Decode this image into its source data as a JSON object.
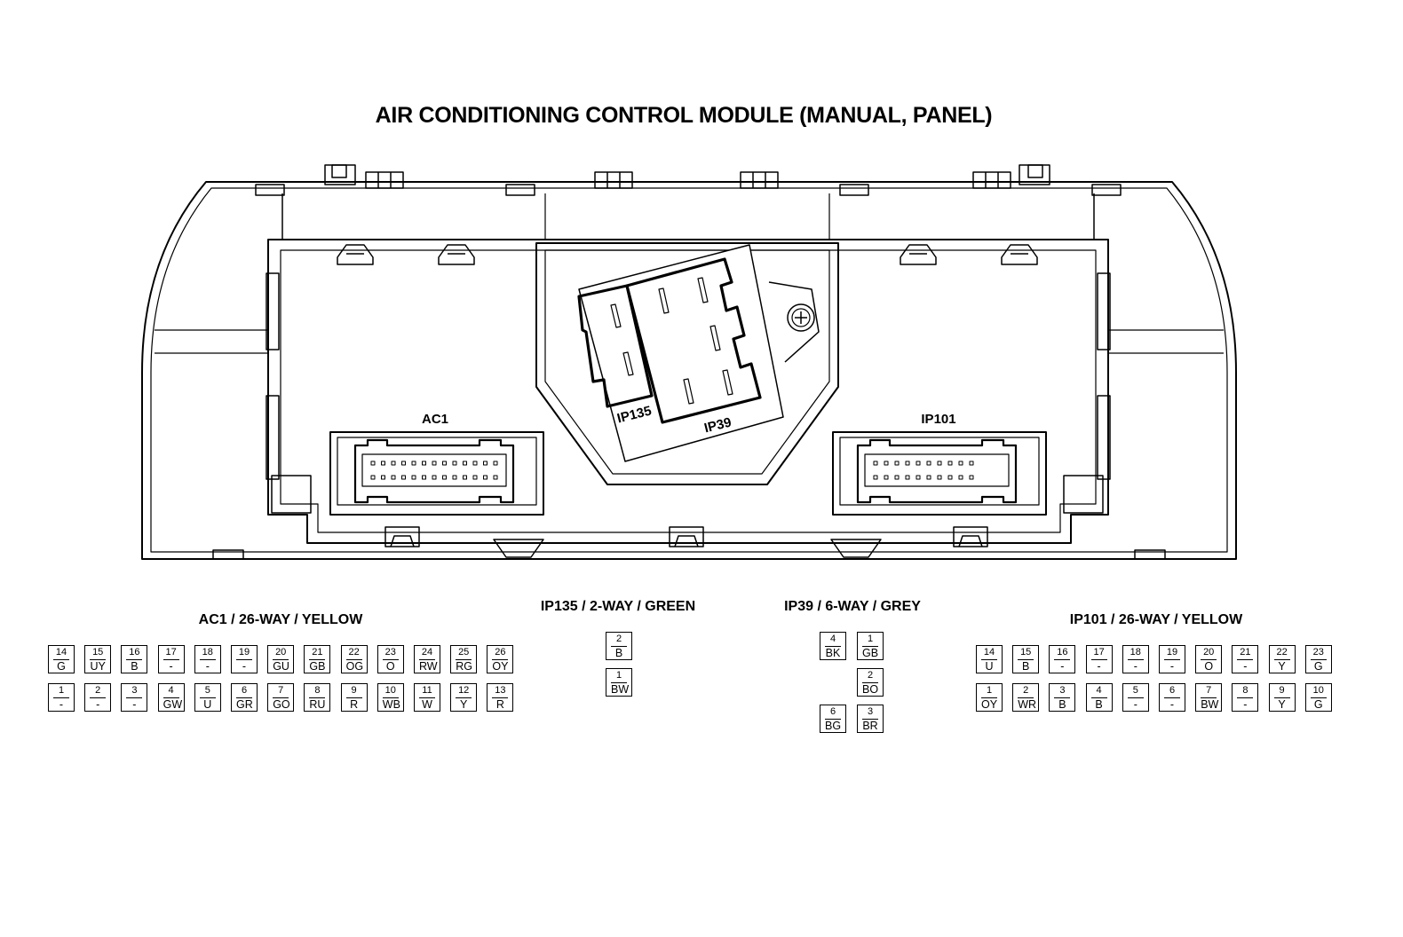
{
  "title": "AIR CONDITIONING CONTROL MODULE (MANUAL, PANEL)",
  "diagram_labels": {
    "ac1": "AC1",
    "ip101": "IP101",
    "ip135": "IP135",
    "ip39": "IP39"
  },
  "connectors": {
    "ac1": {
      "title": "AC1 / 26-WAY / YELLOW",
      "top_row": [
        {
          "num": "14",
          "color": "G"
        },
        {
          "num": "15",
          "color": "UY"
        },
        {
          "num": "16",
          "color": "B"
        },
        {
          "num": "17",
          "color": "-"
        },
        {
          "num": "18",
          "color": "-"
        },
        {
          "num": "19",
          "color": "-"
        },
        {
          "num": "20",
          "color": "GU"
        },
        {
          "num": "21",
          "color": "GB"
        },
        {
          "num": "22",
          "color": "OG"
        },
        {
          "num": "23",
          "color": "O"
        },
        {
          "num": "24",
          "color": "RW"
        },
        {
          "num": "25",
          "color": "RG"
        },
        {
          "num": "26",
          "color": "OY"
        }
      ],
      "bottom_row": [
        {
          "num": "1",
          "color": "-"
        },
        {
          "num": "2",
          "color": "-"
        },
        {
          "num": "3",
          "color": "-"
        },
        {
          "num": "4",
          "color": "GW"
        },
        {
          "num": "5",
          "color": "U"
        },
        {
          "num": "6",
          "color": "GR"
        },
        {
          "num": "7",
          "color": "GO"
        },
        {
          "num": "8",
          "color": "RU"
        },
        {
          "num": "9",
          "color": "R"
        },
        {
          "num": "10",
          "color": "WB"
        },
        {
          "num": "11",
          "color": "W"
        },
        {
          "num": "12",
          "color": "Y"
        },
        {
          "num": "13",
          "color": "R"
        }
      ]
    },
    "ip135": {
      "title": "IP135 / 2-WAY / GREEN",
      "pins": [
        {
          "num": "2",
          "color": "B"
        },
        {
          "num": "1",
          "color": "BW"
        }
      ]
    },
    "ip39": {
      "title": "IP39 / 6-WAY / GREY",
      "pins": [
        {
          "num": "4",
          "color": "BK"
        },
        {
          "num": "1",
          "color": "GB"
        },
        {
          "num": "2",
          "color": "BO"
        },
        {
          "num": "6",
          "color": "BG"
        },
        {
          "num": "3",
          "color": "BR"
        }
      ]
    },
    "ip101": {
      "title": "IP101 / 26-WAY / YELLOW",
      "top_row": [
        {
          "num": "14",
          "color": "U"
        },
        {
          "num": "15",
          "color": "B"
        },
        {
          "num": "16",
          "color": "-"
        },
        {
          "num": "17",
          "color": "-"
        },
        {
          "num": "18",
          "color": "-"
        },
        {
          "num": "19",
          "color": "-"
        },
        {
          "num": "20",
          "color": "O"
        },
        {
          "num": "21",
          "color": "-"
        },
        {
          "num": "22",
          "color": "Y"
        },
        {
          "num": "23",
          "color": "G"
        }
      ],
      "bottom_row": [
        {
          "num": "1",
          "color": "OY"
        },
        {
          "num": "2",
          "color": "WR"
        },
        {
          "num": "3",
          "color": "B"
        },
        {
          "num": "4",
          "color": "B"
        },
        {
          "num": "5",
          "color": "-"
        },
        {
          "num": "6",
          "color": "-"
        },
        {
          "num": "7",
          "color": "BW"
        },
        {
          "num": "8",
          "color": "-"
        },
        {
          "num": "9",
          "color": "Y"
        },
        {
          "num": "10",
          "color": "G"
        }
      ]
    }
  }
}
